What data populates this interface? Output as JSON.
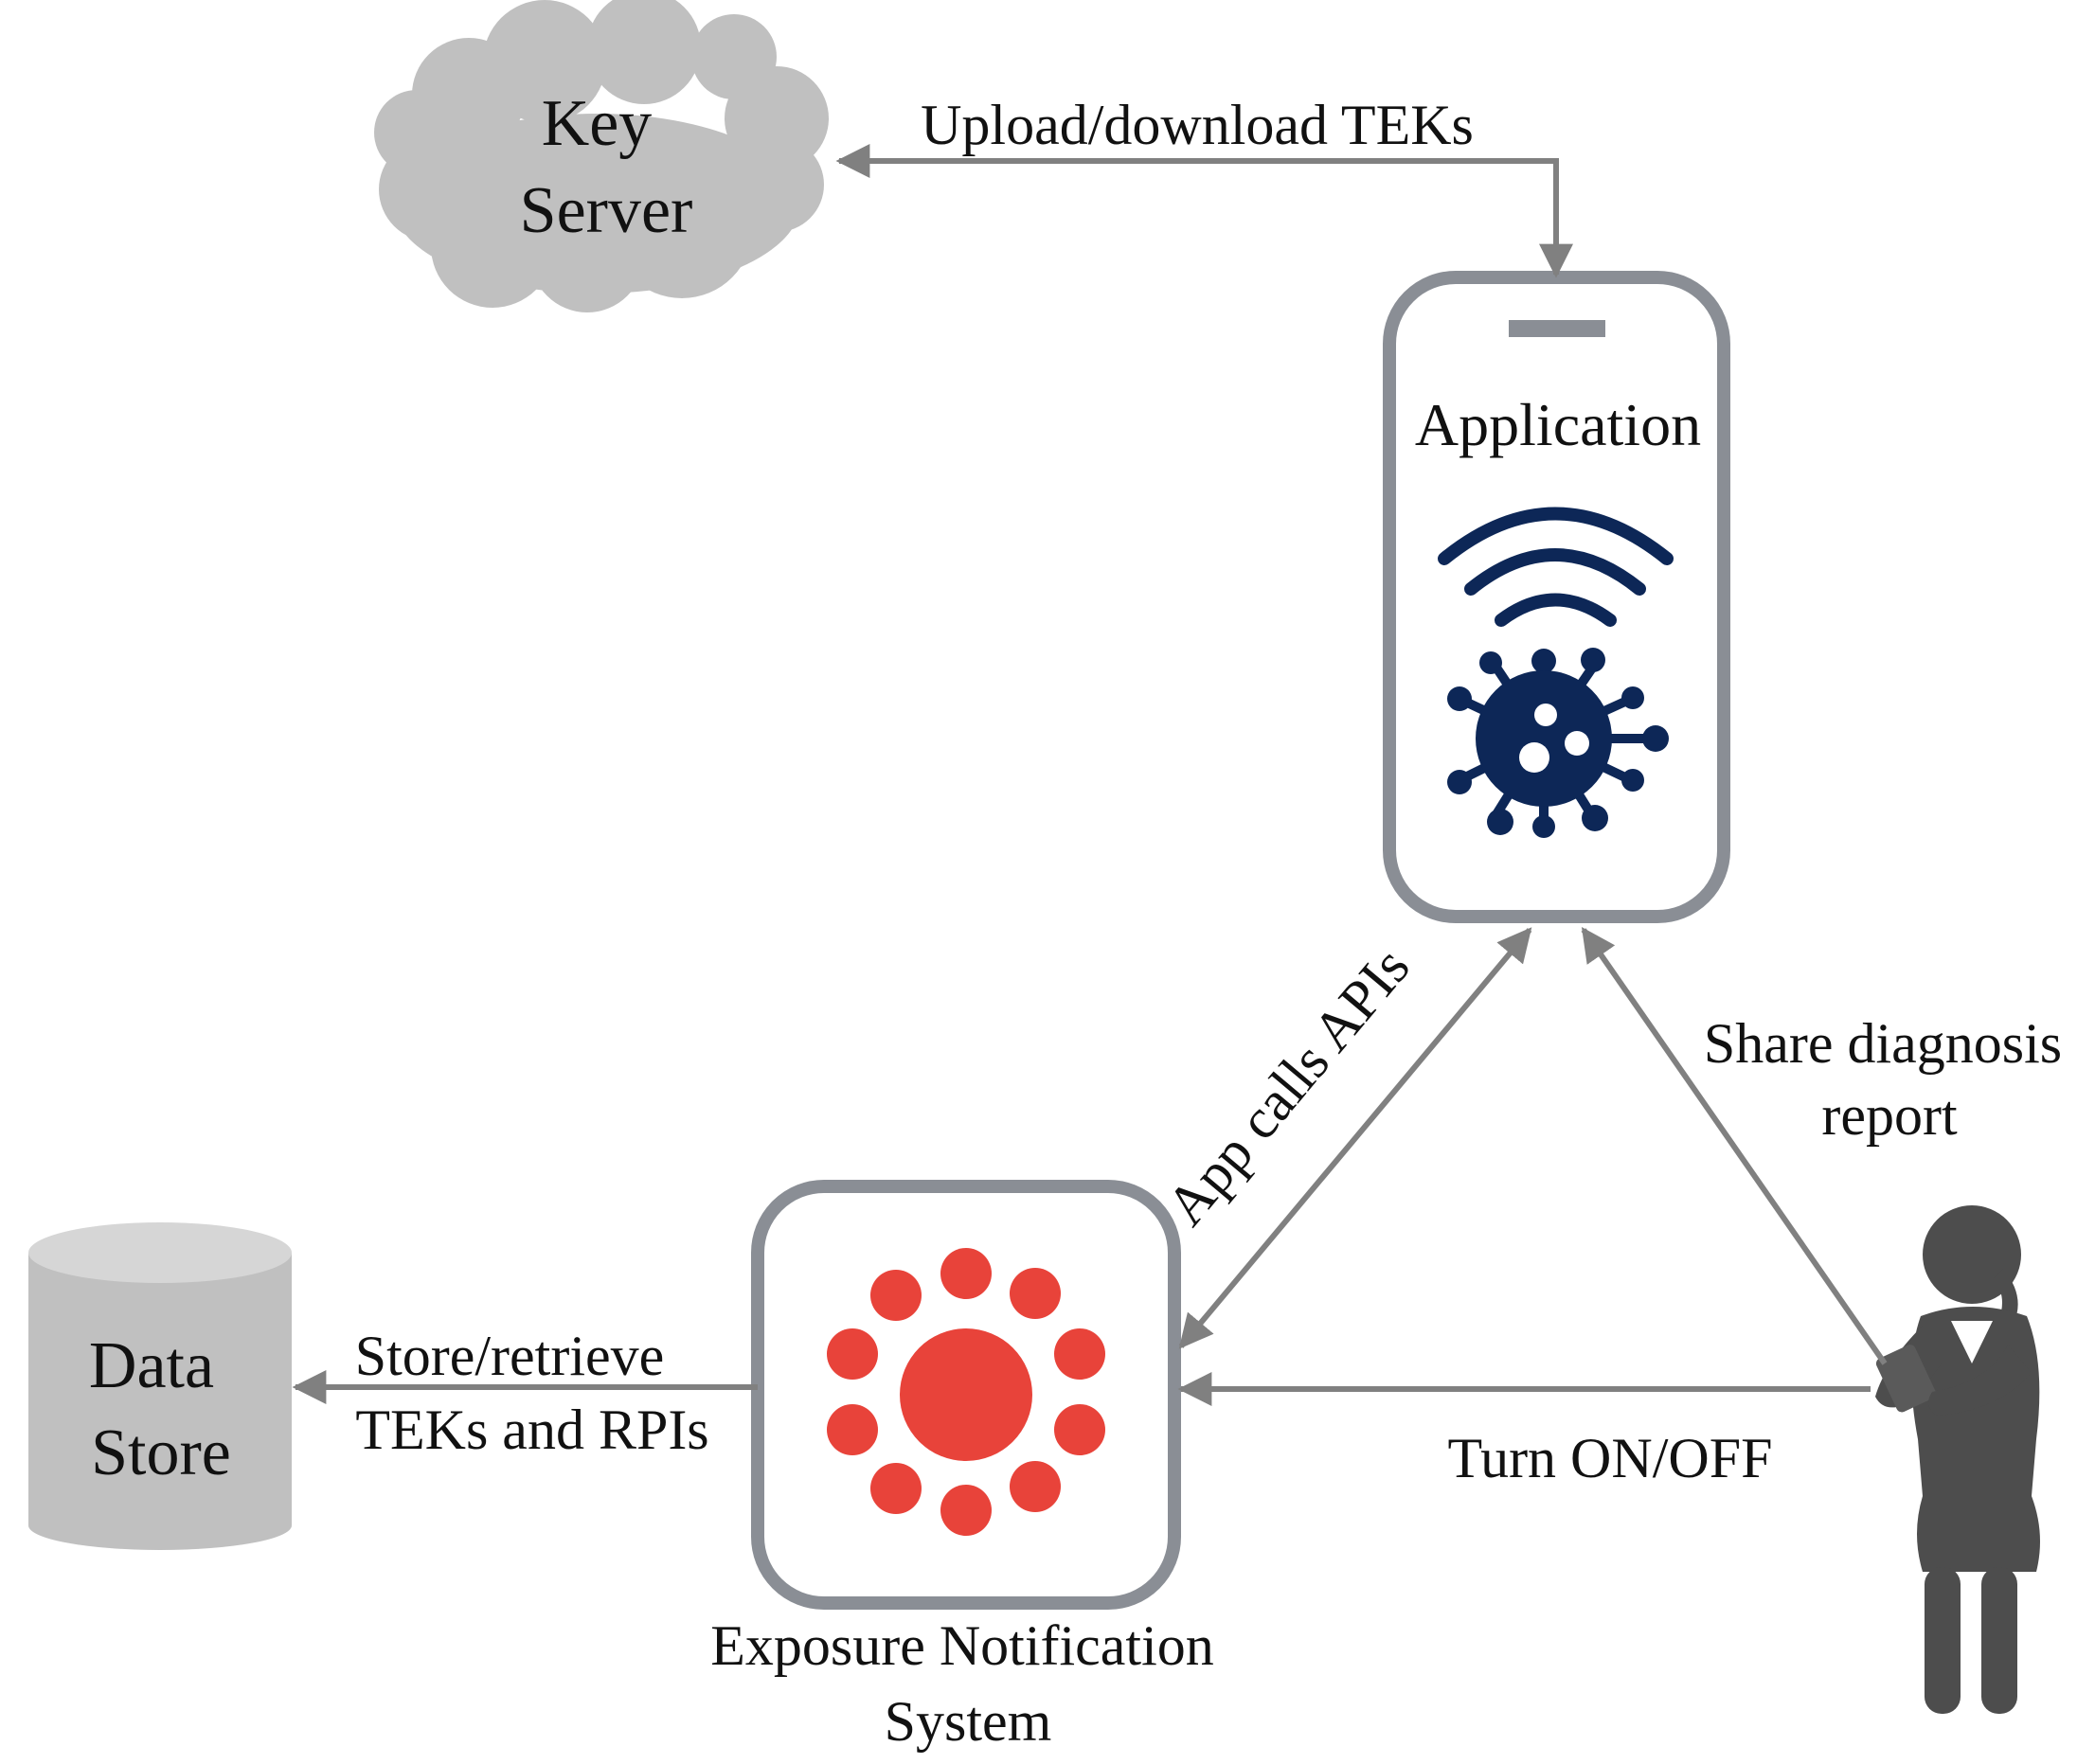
{
  "nodes": {
    "key_server": {
      "line1": "Key",
      "line2": "Server"
    },
    "application": {
      "label": "Application"
    },
    "exposure_system": {
      "line1": "Exposure Notification",
      "line2": "System"
    },
    "data_store": {
      "line1": "Data",
      "line2": "Store"
    }
  },
  "edges": {
    "upload_download": "Upload/download TEKs",
    "app_calls_apis": "App calls APIs",
    "share_report": {
      "line1": "Share diagnosis",
      "line2": "report"
    },
    "store_retrieve": {
      "line1": "Store/retrieve",
      "line2": "TEKs and RPIs"
    },
    "turn_on_off": "Turn ON/OFF"
  },
  "colors": {
    "arrow": "#808080",
    "cloud": "#c0c0c0",
    "cylinder_body": "#c0c0c0",
    "cylinder_top": "#d6d6d6",
    "device_frame": "#8a8e95",
    "navy_icon": "#0d2757",
    "red_icon": "#e8433a",
    "person": "#4d4d4d"
  },
  "icons": {
    "cloud": "cloud-icon",
    "phone": "smartphone-icon",
    "wifi": "wifi-icon",
    "virus": "virus-icon",
    "sun": "exposure-sun-icon",
    "database": "database-cylinder-icon",
    "person": "person-with-phone-icon"
  }
}
